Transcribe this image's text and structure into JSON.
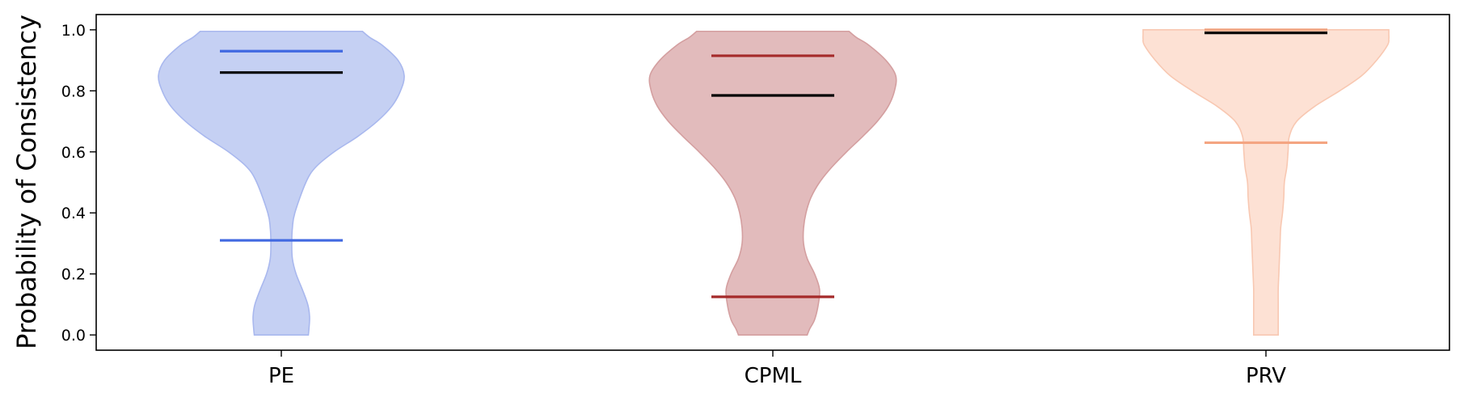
{
  "chart_data": {
    "type": "violin",
    "title": "",
    "xlabel": "",
    "ylabel": "Probability of Consistency",
    "ylim": [
      -0.05,
      1.05
    ],
    "yticks": [
      "0.0",
      "0.2",
      "0.4",
      "0.6",
      "0.8",
      "1.0"
    ],
    "grid": false,
    "legend": "none",
    "categories": [
      "PE",
      "CPML",
      "PRV"
    ],
    "series": [
      {
        "category": "PE",
        "fill_color": "#c5d0f3",
        "edge_color": "#a9b8ee",
        "line_color": "#4169e1",
        "min": 0.0,
        "max": 0.995,
        "quantile_lines": [
          0.31,
          0.93
        ],
        "median": 0.86,
        "density_profile": [
          [
            0.0,
            0.22
          ],
          [
            0.02,
            0.225
          ],
          [
            0.06,
            0.23
          ],
          [
            0.1,
            0.215
          ],
          [
            0.15,
            0.17
          ],
          [
            0.2,
            0.12
          ],
          [
            0.25,
            0.09
          ],
          [
            0.3,
            0.085
          ],
          [
            0.35,
            0.09
          ],
          [
            0.4,
            0.11
          ],
          [
            0.5,
            0.2
          ],
          [
            0.55,
            0.28
          ],
          [
            0.6,
            0.43
          ],
          [
            0.65,
            0.62
          ],
          [
            0.7,
            0.78
          ],
          [
            0.75,
            0.9
          ],
          [
            0.8,
            0.97
          ],
          [
            0.85,
            1.0
          ],
          [
            0.9,
            0.95
          ],
          [
            0.95,
            0.82
          ],
          [
            0.975,
            0.72
          ],
          [
            0.995,
            0.66
          ]
        ]
      },
      {
        "category": "CPML",
        "fill_color": "#e2bbbc",
        "edge_color": "#d49fa0",
        "line_color": "#a52a2a",
        "min": 0.0,
        "max": 0.995,
        "quantile_lines": [
          0.125,
          0.915
        ],
        "median": 0.785,
        "density_profile": [
          [
            0.0,
            0.28
          ],
          [
            0.02,
            0.3
          ],
          [
            0.05,
            0.34
          ],
          [
            0.1,
            0.37
          ],
          [
            0.15,
            0.38
          ],
          [
            0.2,
            0.34
          ],
          [
            0.25,
            0.28
          ],
          [
            0.3,
            0.25
          ],
          [
            0.35,
            0.25
          ],
          [
            0.4,
            0.27
          ],
          [
            0.45,
            0.31
          ],
          [
            0.5,
            0.38
          ],
          [
            0.55,
            0.48
          ],
          [
            0.6,
            0.6
          ],
          [
            0.65,
            0.73
          ],
          [
            0.7,
            0.85
          ],
          [
            0.75,
            0.94
          ],
          [
            0.8,
            0.99
          ],
          [
            0.85,
            1.0
          ],
          [
            0.9,
            0.92
          ],
          [
            0.95,
            0.78
          ],
          [
            0.975,
            0.68
          ],
          [
            0.995,
            0.62
          ]
        ]
      },
      {
        "category": "PRV",
        "fill_color": "#fde1d4",
        "edge_color": "#f8c8b2",
        "line_color": "#f4a582",
        "min": 0.0,
        "max": 1.0,
        "quantile_lines": [
          0.63,
          1.0
        ],
        "median": 0.99,
        "density_profile": [
          [
            0.0,
            0.1
          ],
          [
            0.05,
            0.1
          ],
          [
            0.1,
            0.1
          ],
          [
            0.15,
            0.1
          ],
          [
            0.2,
            0.105
          ],
          [
            0.25,
            0.11
          ],
          [
            0.3,
            0.115
          ],
          [
            0.35,
            0.12
          ],
          [
            0.4,
            0.135
          ],
          [
            0.45,
            0.145
          ],
          [
            0.5,
            0.15
          ],
          [
            0.55,
            0.17
          ],
          [
            0.6,
            0.18
          ],
          [
            0.65,
            0.19
          ],
          [
            0.7,
            0.25
          ],
          [
            0.75,
            0.4
          ],
          [
            0.8,
            0.6
          ],
          [
            0.85,
            0.78
          ],
          [
            0.9,
            0.9
          ],
          [
            0.95,
            0.99
          ],
          [
            0.97,
            1.0
          ],
          [
            0.985,
            1.0
          ],
          [
            1.0,
            1.0
          ]
        ]
      }
    ],
    "median_color": "#000000"
  }
}
